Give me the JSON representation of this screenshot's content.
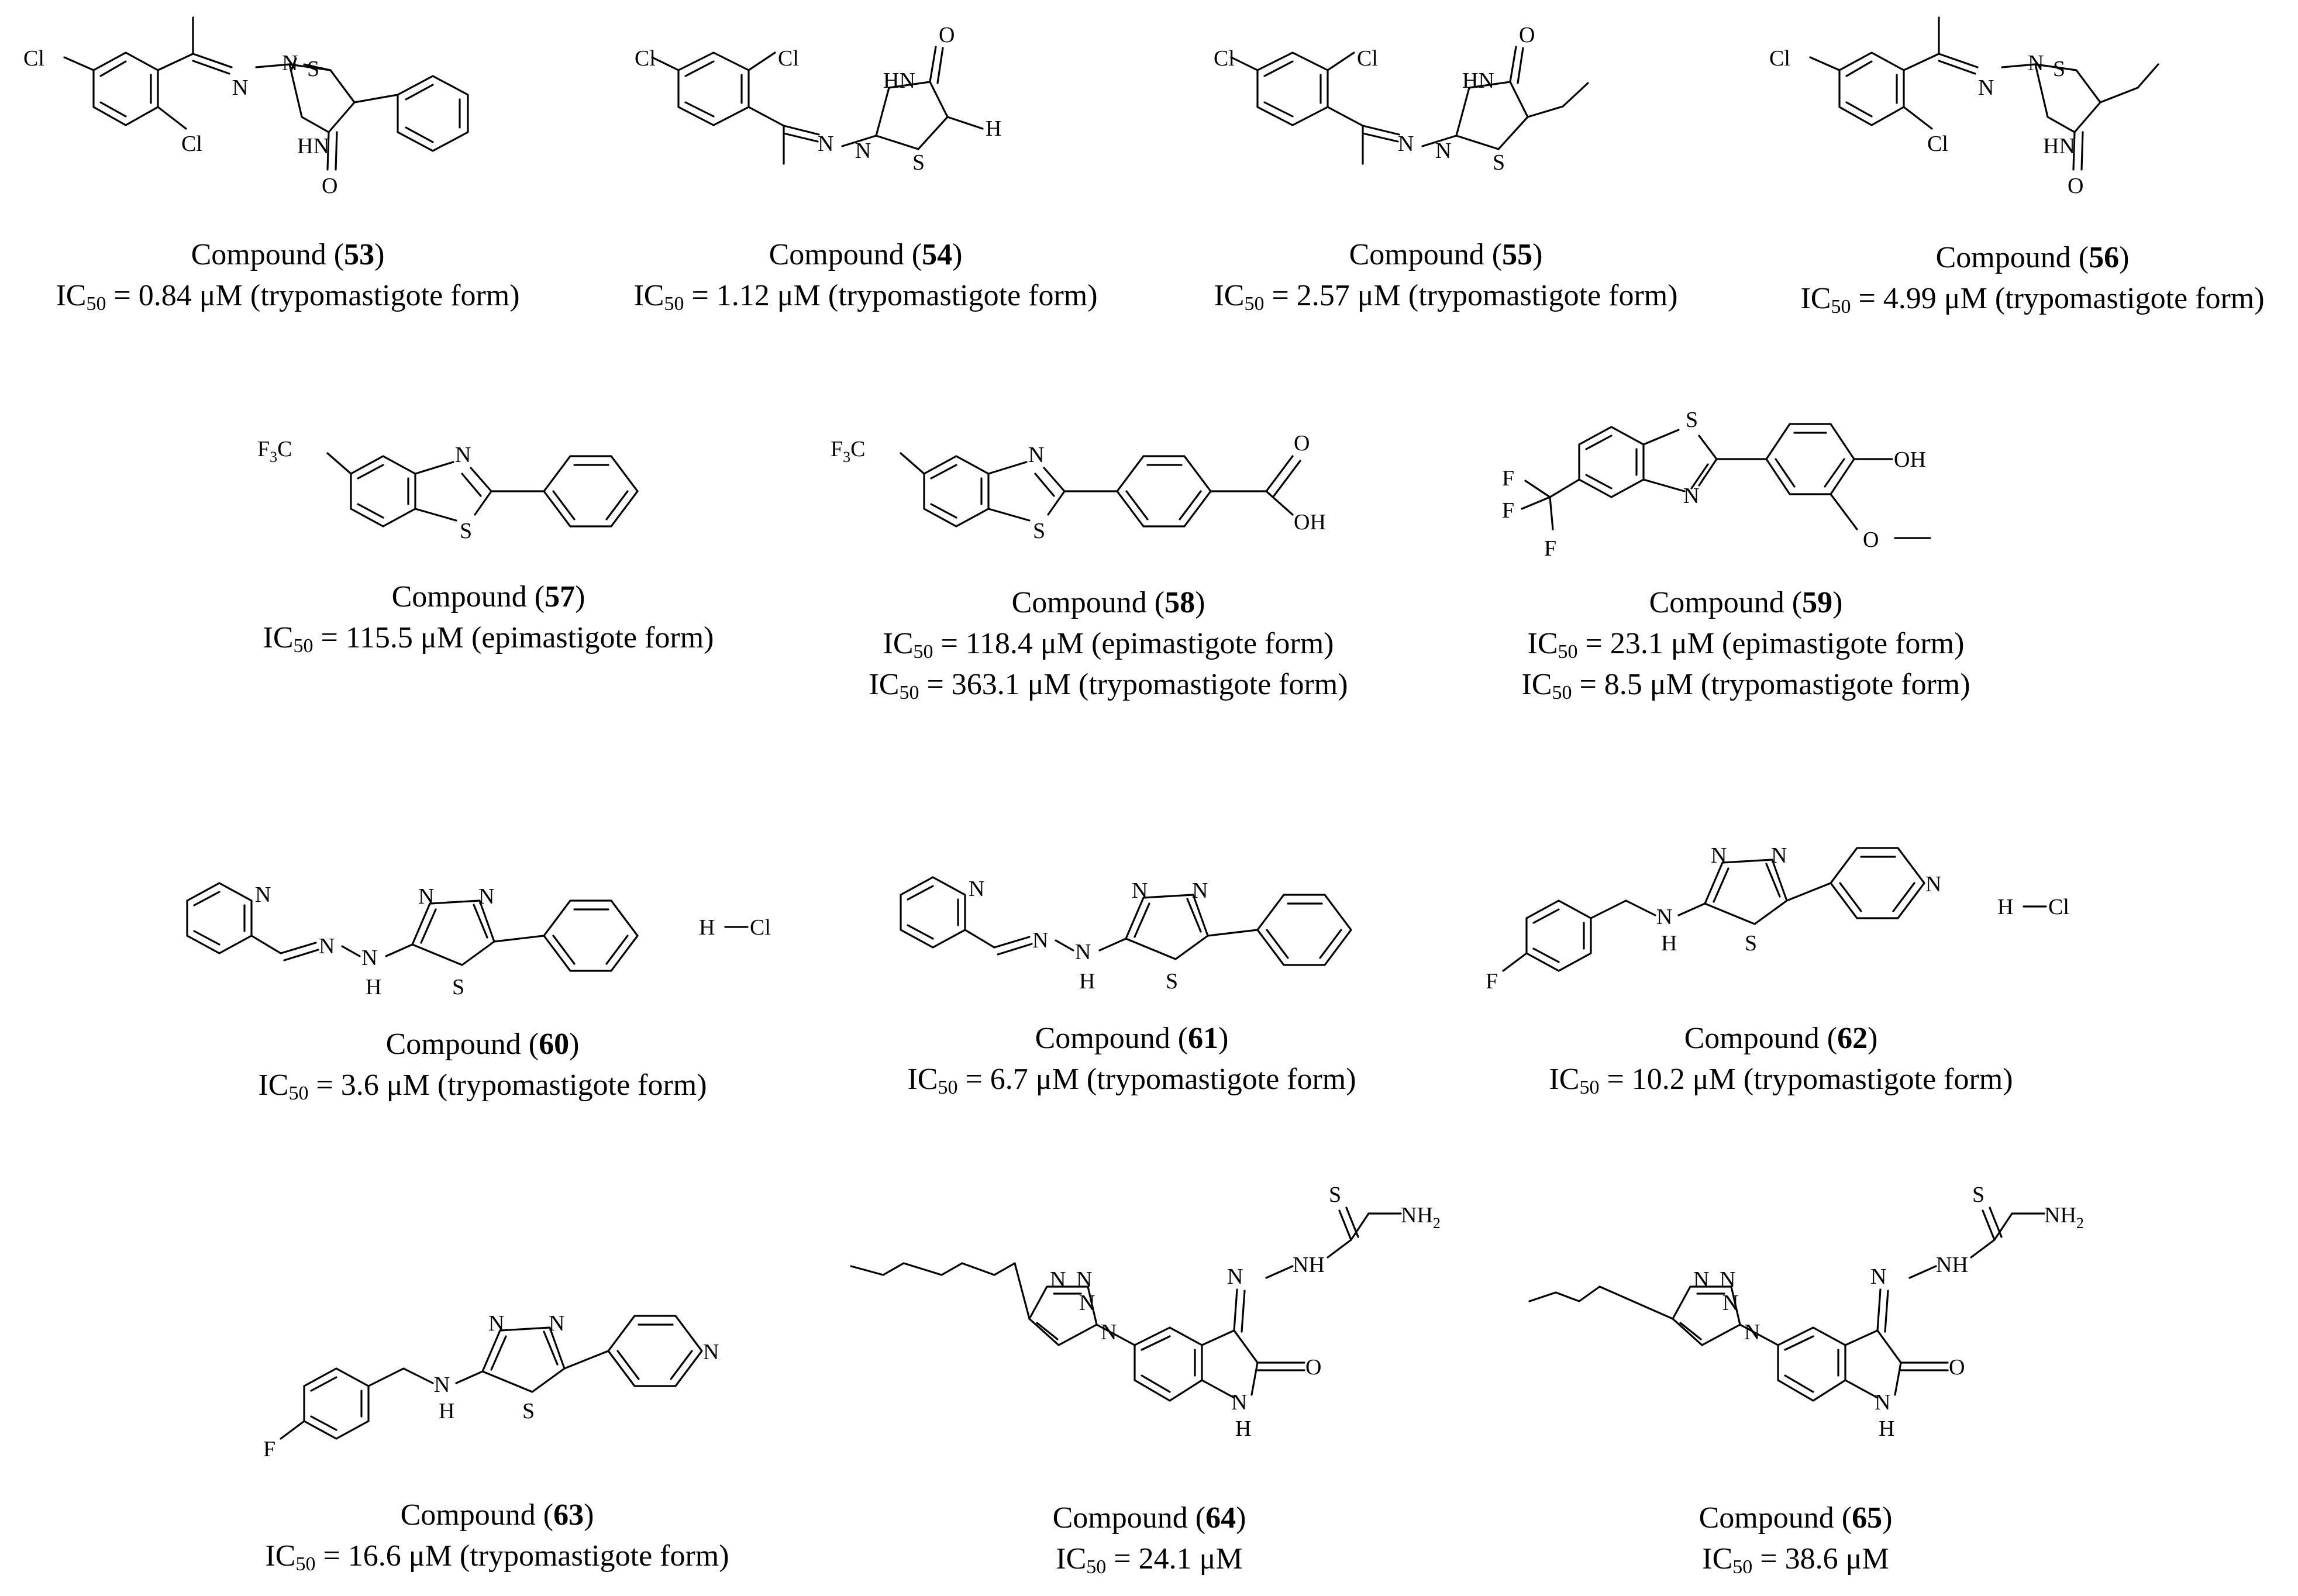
{
  "compound_word": "Compound",
  "ic50_prefix": "IC",
  "ic50_subscript": "50",
  "compounds": [
    {
      "id": "53",
      "activities": [
        "= 0.84 μM (trypomastigote form)"
      ]
    },
    {
      "id": "54",
      "activities": [
        "= 1.12 μM (trypomastigote form)"
      ]
    },
    {
      "id": "55",
      "activities": [
        "= 2.57 μM (trypomastigote form)"
      ]
    },
    {
      "id": "56",
      "activities": [
        "= 4.99 μM (trypomastigote form)"
      ]
    },
    {
      "id": "57",
      "activities": [
        "= 115.5 μM (epimastigote form)"
      ]
    },
    {
      "id": "58",
      "activities": [
        "= 118.4 μM (epimastigote form)",
        "= 363.1 μM (trypomastigote form)"
      ]
    },
    {
      "id": "59",
      "activities": [
        "= 23.1 μM (epimastigote form)",
        "= 8.5 μM (trypomastigote form)"
      ]
    },
    {
      "id": "60",
      "activities": [
        "= 3.6 μM (trypomastigote form)"
      ]
    },
    {
      "id": "61",
      "activities": [
        "= 6.7 μM (trypomastigote form)"
      ]
    },
    {
      "id": "62",
      "activities": [
        "= 10.2 μM (trypomastigote form)"
      ]
    },
    {
      "id": "63",
      "activities": [
        "= 16.6 μM (trypomastigote form)"
      ]
    },
    {
      "id": "64",
      "activities": [
        "= 24.1 μM"
      ]
    },
    {
      "id": "65",
      "activities": [
        "= 38.6 μM"
      ]
    }
  ],
  "atom_labels": [
    "Cl",
    "N",
    "S",
    "HN",
    "O",
    "H",
    "F3C",
    "OH",
    "F",
    "H−Cl",
    "NH",
    "NH2"
  ]
}
